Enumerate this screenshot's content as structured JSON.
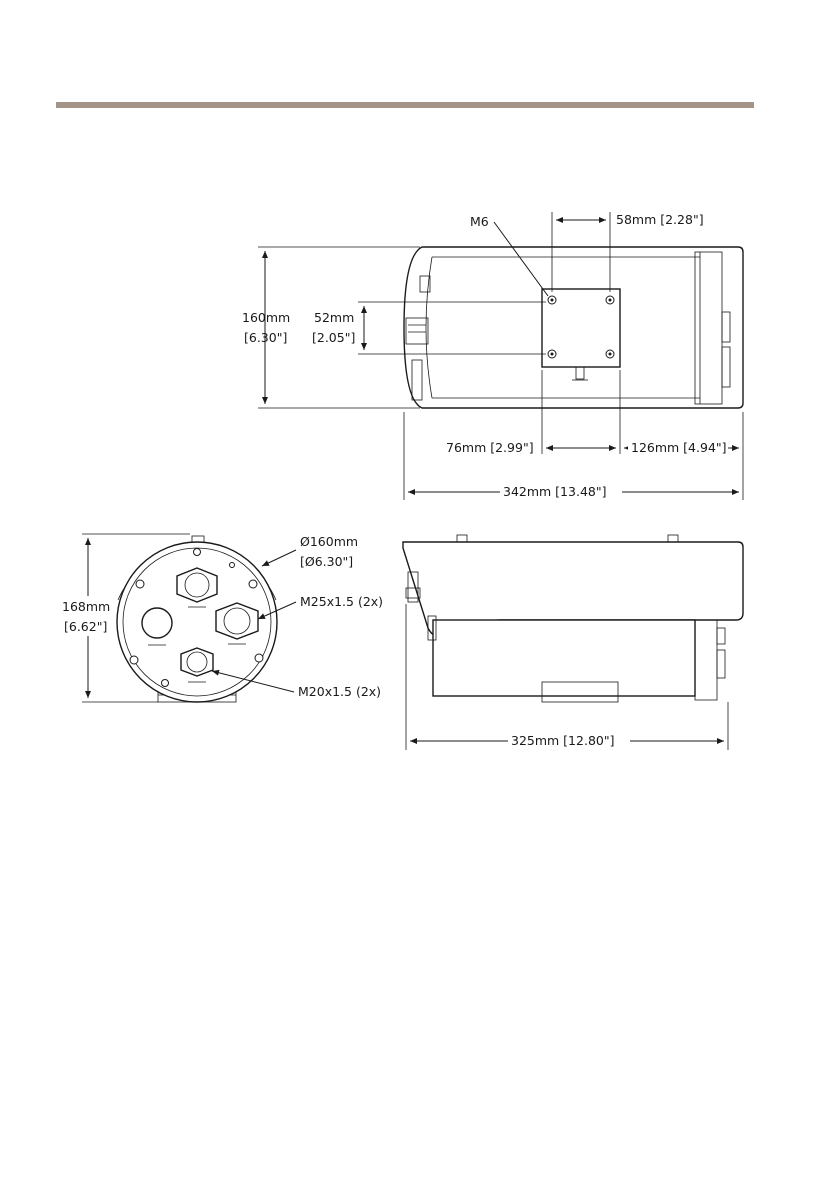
{
  "colors": {
    "accent_bar": "#a39487",
    "line": "#1a1a1a"
  },
  "top_view": {
    "callout_m6": "M6",
    "dim_58": "58mm [2.28\"]",
    "dim_160_mm": "160mm",
    "dim_160_in": "[6.30\"]",
    "dim_52_mm": "52mm",
    "dim_52_in": "[2.05\"]",
    "dim_76": "76mm [2.99\"]",
    "dim_126": "126mm [4.94\"]",
    "dim_342": "342mm [13.48\"]"
  },
  "front_view": {
    "dim_168_mm": "168mm",
    "dim_168_in": "[6.62\"]",
    "dim_dia_mm": "Ø160mm",
    "dim_dia_in": "[Ø6.30\"]",
    "callout_m25": "M25x1.5 (2x)",
    "callout_m20": "M20x1.5 (2x)"
  },
  "side_view": {
    "dim_325": "325mm [12.80\"]"
  }
}
